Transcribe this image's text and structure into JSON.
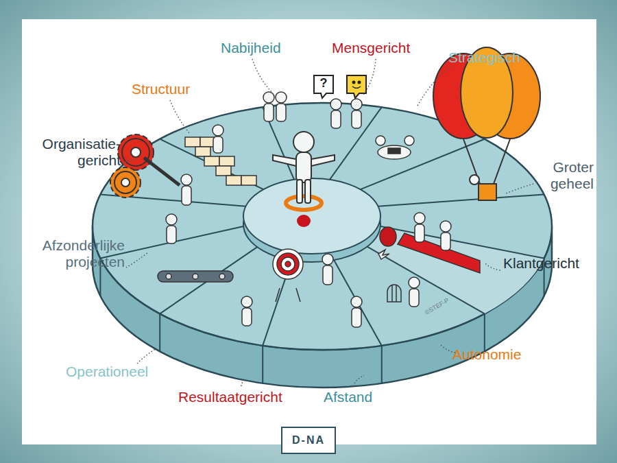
{
  "diagram": {
    "nodes": [
      {
        "text": [
          "D-NA"
        ]
      }
    ],
    "labels": [
      "Nabijheid",
      "Mensgericht",
      "Strategisch",
      "?",
      "Structuur",
      "Organisatie- gericht",
      "Groter geheel",
      "Klantgericht",
      "Afzonderlijke projecten",
      "©STEF-P",
      "Autonomie",
      "Operationeel",
      "Resultaatgericht",
      "Afstand"
    ]
  }
}
